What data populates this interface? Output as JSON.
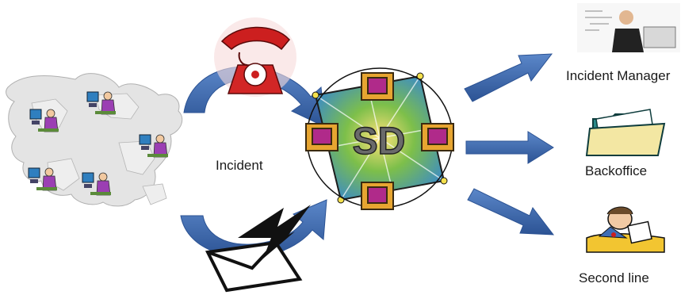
{
  "diagram": {
    "center_label": "SD",
    "incident_label": "Incident",
    "targets": [
      {
        "id": "incident-manager",
        "label": "Incident Manager"
      },
      {
        "id": "backoffice",
        "label": "Backoffice"
      },
      {
        "id": "second-line",
        "label": "Second line"
      }
    ]
  },
  "colors": {
    "arrow": "#3f6eb5",
    "arrow_dark": "#2c5394",
    "phone_red": "#cc1f1f",
    "folder": "#2b8a8a",
    "folder_paper": "#f3e7a3",
    "map": "#d9d9d9"
  },
  "icons": [
    "world-map-icon",
    "operator-icon",
    "telephone-icon",
    "envelope-icon",
    "lightning-icon",
    "service-desk-icon",
    "presenter-icon",
    "folder-icon",
    "stressed-worker-icon"
  ]
}
